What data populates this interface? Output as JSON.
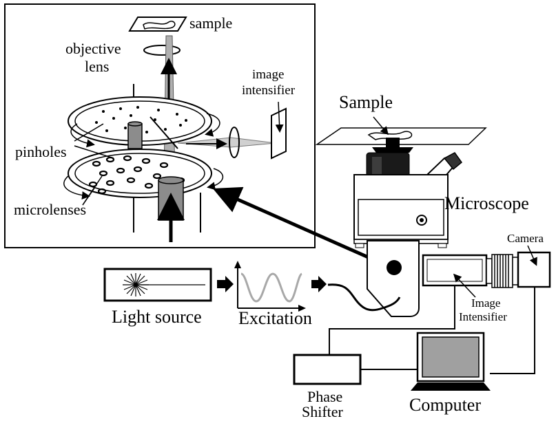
{
  "inset": {
    "sample": "sample",
    "objective_line1": "objective",
    "objective_line2": "lens",
    "image_intensifier_line1": "image",
    "image_intensifier_line2": "intensifier",
    "pinholes": "pinholes",
    "microlenses": "microlenses"
  },
  "setup": {
    "sample": "Sample",
    "microscope": "Microscope",
    "camera": "Camera",
    "image_intensifier_line1": "Image",
    "image_intensifier_line2": "Intensifier",
    "light_source": "Light source",
    "excitation": "Excitation",
    "phase_shifter_line1": "Phase",
    "phase_shifter_line2": "Shifter",
    "computer": "Computer"
  },
  "colors": {
    "line": "#000000",
    "gray_fill": "#8c8c8c",
    "light_gray": "#c8c8c8",
    "wave": "#a8a8a8",
    "screen": "#a0a0a0"
  }
}
